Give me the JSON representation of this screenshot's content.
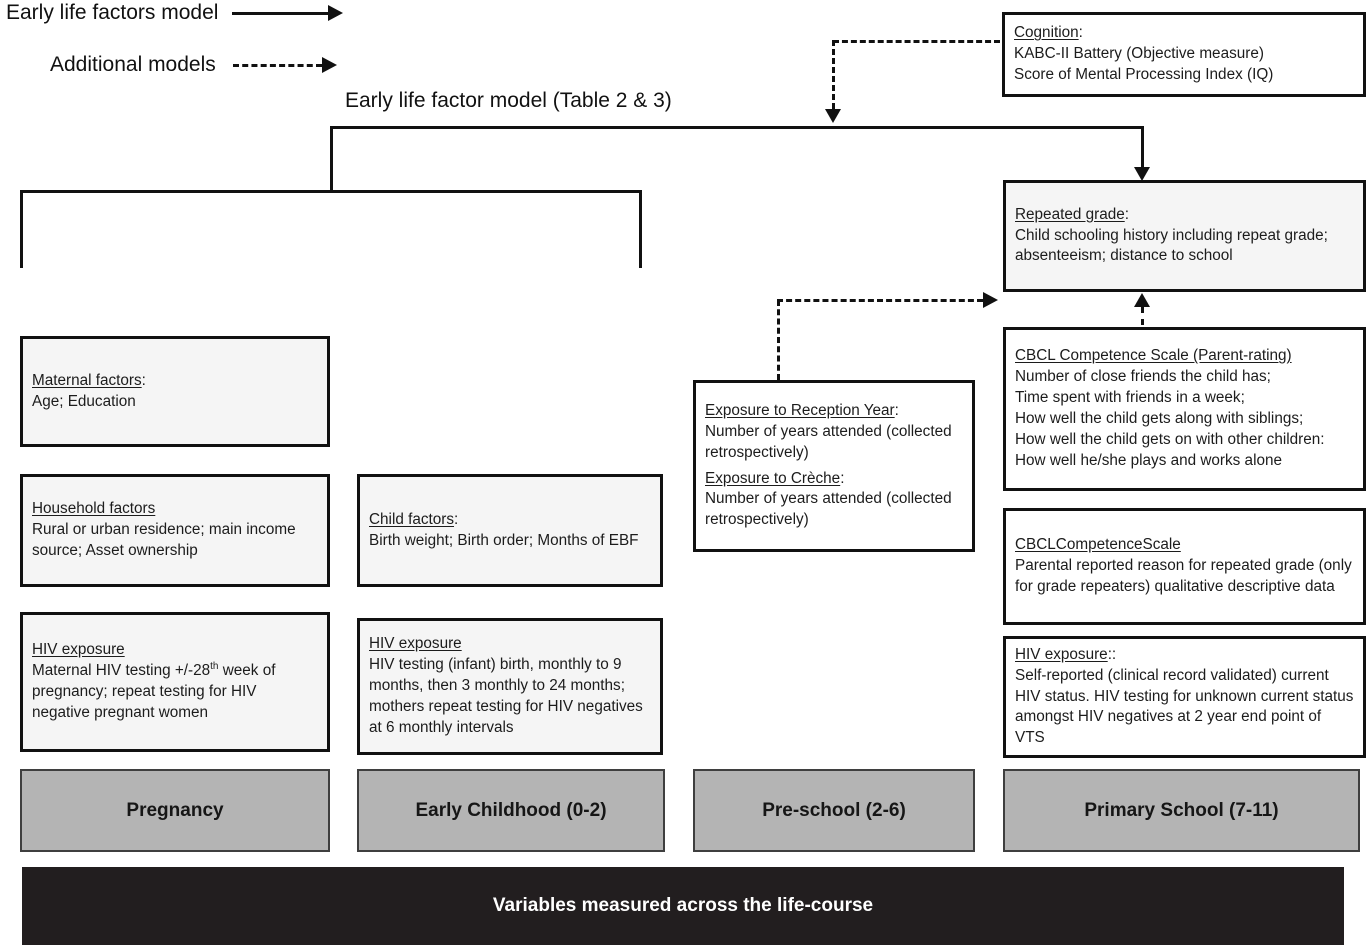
{
  "legend": {
    "solid_label": "Early life factors model",
    "dashed_label": "Additional models"
  },
  "title": "Early life factor model (Table 2 & 3)",
  "boxes": {
    "cognition": {
      "heading": "Cognition",
      "suffix": ":",
      "lines": [
        "KABC-II Battery (Objective measure)",
        "Score of Mental Processing Index (IQ)"
      ]
    },
    "repeated_grade": {
      "heading": "Repeated grade",
      "suffix": ":",
      "body": "Child schooling history including repeat grade; absenteeism; distance to school"
    },
    "maternal": {
      "heading": "Maternal factors",
      "suffix": ":",
      "body": "Age; Education"
    },
    "household": {
      "heading": "Household factors",
      "suffix": "",
      "body": "Rural or urban residence; main income source; Asset ownership"
    },
    "hiv_pregnancy": {
      "heading": "HIV exposure",
      "suffix": "",
      "body_pre": "Maternal HIV testing +/-28",
      "body_sup": "th",
      "body_post": " week of pregnancy; repeat testing for HIV negative pregnant women"
    },
    "child_factors": {
      "heading": "Child factors",
      "suffix": ":",
      "body": "Birth weight; Birth order; Months of EBF"
    },
    "hiv_early": {
      "heading": "HIV exposure",
      "suffix": "",
      "body": "HIV testing (infant) birth, monthly to 9 months, then 3 monthly to 24 months; mothers repeat testing for HIV negatives at 6 monthly intervals"
    },
    "exposure": {
      "heading1": "Exposure to Reception Year",
      "suffix1": ":",
      "body1": "Number of years attended (collected retrospectively)",
      "heading2": "Exposure to Crèche",
      "suffix2": ":",
      "body2": "Number of years attended (collected retrospectively)"
    },
    "cbcl_parent": {
      "heading": "CBCL Competence Scale (Parent-rating)",
      "suffix": "",
      "lines": [
        "Number of close friends the child has;",
        "Time spent with friends in a week;",
        "How well the child gets along with siblings;",
        "How well the child gets on with other children:",
        "How well he/she plays and works alone"
      ]
    },
    "cbcl_scale": {
      "heading": "CBCLCompetenceScale",
      "suffix": "",
      "body": "Parental reported reason for repeated grade (only for grade repeaters) qualitative descriptive data"
    },
    "hiv_primary": {
      "heading": "HIV exposure",
      "suffix": "::",
      "body": "Self-reported (clinical record validated) current HIV status. HIV testing for unknown current status amongst HIV negatives at 2 year end point of VTS"
    }
  },
  "eras": [
    {
      "label": "Pregnancy"
    },
    {
      "label": "Early Childhood (0-2)"
    },
    {
      "label": "Pre-school (2-6)"
    },
    {
      "label": "Primary School (7-11)"
    }
  ],
  "footer": "Variables measured across the life-course",
  "colors": {
    "line": "#111111",
    "box_fill_gray": "#f5f5f5",
    "box_fill_white": "#ffffff",
    "era_fill": "#b4b4b4",
    "footer_bg": "#221e1f",
    "footer_text": "#ffffff"
  }
}
